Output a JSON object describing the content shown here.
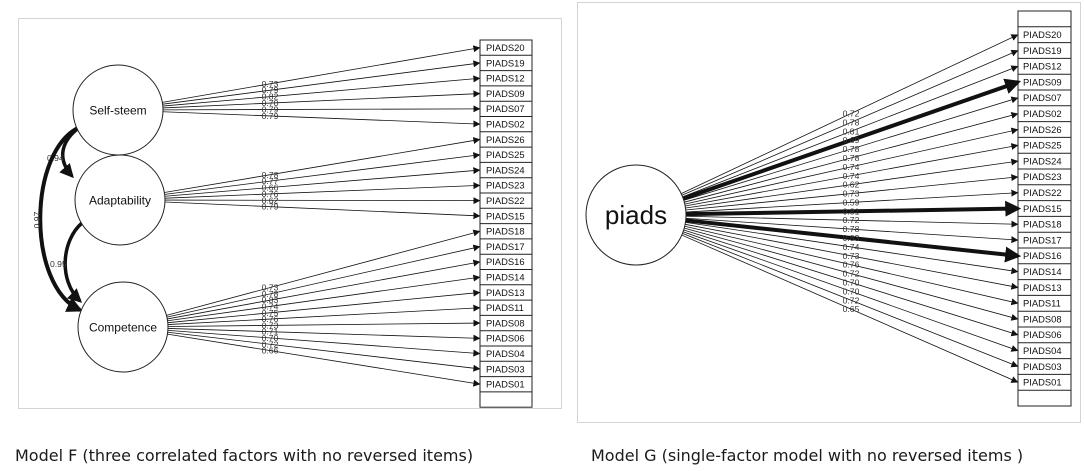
{
  "model_f": {
    "caption": "Model F (three correlated factors with no reversed items)",
    "factors": [
      {
        "id": "self",
        "label": "Self-steem"
      },
      {
        "id": "adapt",
        "label": "Adaptability"
      },
      {
        "id": "comp",
        "label": "Competence"
      }
    ],
    "items": [
      "PIADS20",
      "PIADS19",
      "PIADS12",
      "PIADS09",
      "PIADS07",
      "PIADS02",
      "PIADS26",
      "PIADS25",
      "PIADS24",
      "PIADS23",
      "PIADS22",
      "PIADS15",
      "PIADS18",
      "PIADS17",
      "PIADS16",
      "PIADS14",
      "PIADS13",
      "PIADS11",
      "PIADS08",
      "PIADS06",
      "PIADS04",
      "PIADS03",
      "PIADS01"
    ],
    "loadings": [
      {
        "factor": "self",
        "items": [
          "PIADS20",
          "PIADS19",
          "PIADS12",
          "PIADS09",
          "PIADS07",
          "PIADS02"
        ],
        "values": [
          "0.73",
          "0.79",
          "0.82",
          "0.70",
          "0.79",
          "0.79"
        ]
      },
      {
        "factor": "adapt",
        "items": [
          "PIADS26",
          "PIADS25",
          "PIADS24",
          "PIADS23",
          "PIADS22",
          "PIADS15"
        ],
        "values": [
          "0.78",
          "0.77",
          "0.66",
          "0.76",
          "0.62",
          "0.79"
        ]
      },
      {
        "factor": "comp",
        "items": [
          "PIADS18",
          "PIADS17",
          "PIADS16",
          "PIADS14",
          "PIADS13",
          "PIADS11",
          "PIADS08",
          "PIADS06",
          "PIADS04",
          "PIADS03",
          "PIADS01"
        ],
        "values": [
          "0.73",
          "0.78",
          "0.83",
          "0.74",
          "0.75",
          "0.76",
          "0.73",
          "0.71",
          "0.70",
          "0.72",
          "0.66"
        ]
      }
    ],
    "correlations": [
      {
        "from": "self",
        "to": "adapt",
        "value": "0.94"
      },
      {
        "from": "adapt",
        "to": "comp",
        "value": "0.95"
      },
      {
        "from": "self",
        "to": "comp",
        "value": "0.97"
      }
    ]
  },
  "model_g": {
    "caption": "Model G (single-factor model with no reversed items )",
    "factor": "piads",
    "items": [
      "PIADS20",
      "PIADS19",
      "PIADS12",
      "PIADS09",
      "PIADS07",
      "PIADS02",
      "PIADS26",
      "PIADS25",
      "PIADS24",
      "PIADS23",
      "PIADS22",
      "PIADS15",
      "PIADS18",
      "PIADS17",
      "PIADS16",
      "PIADS14",
      "PIADS13",
      "PIADS11",
      "PIADS08",
      "PIADS06",
      "PIADS04",
      "PIADS03",
      "PIADS01"
    ],
    "loadings": [
      "0.72",
      "0.78",
      "0.81",
      "0.69",
      "0.78",
      "0.78",
      "0.74",
      "0.74",
      "0.62",
      "0.73",
      "0.59",
      "0.81",
      "0.72",
      "0.78",
      "0.83",
      "0.74",
      "0.73",
      "0.76",
      "0.72",
      "0.70",
      "0.70",
      "0.72",
      "0.65"
    ],
    "thick_paths": [
      "PIADS09",
      "PIADS15",
      "PIADS16"
    ]
  }
}
